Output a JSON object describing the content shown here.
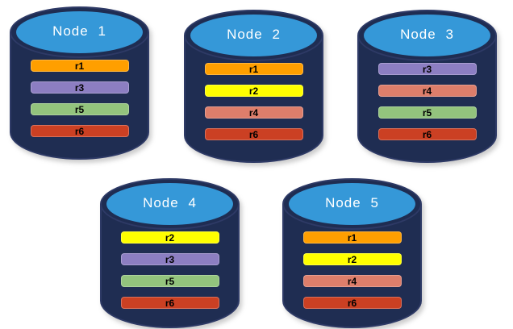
{
  "diagram": {
    "description": "Database replication layout across five nodes",
    "nodes": [
      {
        "label": "Node 1",
        "replicas": [
          "r1",
          "r3",
          "r5",
          "r6"
        ]
      },
      {
        "label": "Node 2",
        "replicas": [
          "r1",
          "r2",
          "r4",
          "r6"
        ]
      },
      {
        "label": "Node 3",
        "replicas": [
          "r3",
          "r4",
          "r5",
          "r6"
        ]
      },
      {
        "label": "Node 4",
        "replicas": [
          "r2",
          "r3",
          "r5",
          "r6"
        ]
      },
      {
        "label": "Node 5",
        "replicas": [
          "r1",
          "r2",
          "r4",
          "r6"
        ]
      }
    ],
    "replica_colors": {
      "r1": "#FF9F00",
      "r2": "#FFFF00",
      "r3": "#8C7EC2",
      "r4": "#DD7E6B",
      "r5": "#93C47D",
      "r6": "#CB4023"
    },
    "colors": {
      "cylinder_body": "#1F2D52",
      "cylinder_border": "#2E3A66",
      "cylinder_top": "#3598D8",
      "node_label": "#FFFFFF",
      "bar_label": "#000000",
      "background": "#FFFFFF"
    }
  }
}
